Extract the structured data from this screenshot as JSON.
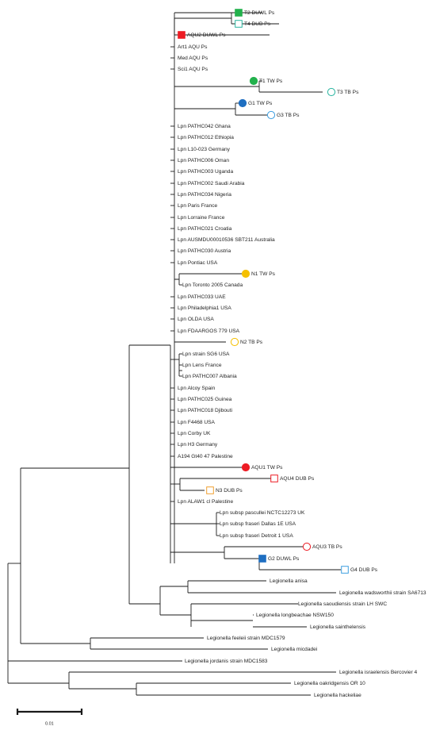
{
  "colors": {
    "green": "#22b14c",
    "teal": "#2bb5a0",
    "red": "#ed1c24",
    "blue": "#1f6fc1",
    "lightblue": "#3d9ee0",
    "yellow": "#f5c000",
    "orange": "#f0a030",
    "line": "#1a1a1a"
  },
  "scale_bar": {
    "label": "0.01"
  },
  "leaves": [
    {
      "label": "T2 DUWL Ps",
      "marker": {
        "shape": "square",
        "fill": "solid",
        "color": "green"
      }
    },
    {
      "label": "T4 DUB Ps",
      "marker": {
        "shape": "square",
        "fill": "open",
        "color": "teal"
      }
    },
    {
      "label": "AQU2 DUWL Ps",
      "marker": {
        "shape": "square",
        "fill": "solid",
        "color": "red"
      }
    },
    {
      "label": "Art1 AQU Ps"
    },
    {
      "label": "Med AQU Ps"
    },
    {
      "label": "Sci1 AQU Ps"
    },
    {
      "label": "T1 TW Ps",
      "marker": {
        "shape": "circle",
        "fill": "solid",
        "color": "green"
      }
    },
    {
      "label": "T3 TB Ps",
      "marker": {
        "shape": "circle",
        "fill": "open",
        "color": "teal"
      }
    },
    {
      "label": "G1 TW Ps",
      "marker": {
        "shape": "circle",
        "fill": "solid",
        "color": "blue"
      }
    },
    {
      "label": "G3 TB Ps",
      "marker": {
        "shape": "circle",
        "fill": "open",
        "color": "lightblue"
      }
    },
    {
      "label": "Lpn PATHC042 Ghana"
    },
    {
      "label": "Lpn PATHC012 Ethiopia"
    },
    {
      "label": "Lpn L10-023 Germany"
    },
    {
      "label": "Lpn PATHC006 Oman"
    },
    {
      "label": "Lpn PATHC003 Uganda"
    },
    {
      "label": "Lpn PATHC002 Saudi Arabia"
    },
    {
      "label": "Lpn PATHC034 Nigeria"
    },
    {
      "label": "Lpn Paris France"
    },
    {
      "label": "Lpn Lorraine France"
    },
    {
      "label": "Lpn PATHC021 Croatia"
    },
    {
      "label": "Lpn AUSMDU00010536 SBT211 Australia"
    },
    {
      "label": "Lpn PATHC030 Austria"
    },
    {
      "label": "Lpn Pontiac USA"
    },
    {
      "label": "N1 TW Ps",
      "marker": {
        "shape": "circle",
        "fill": "solid",
        "color": "yellow"
      }
    },
    {
      "label": "Lpn Toronto 2005 Canada"
    },
    {
      "label": "Lpn PATHC033 UAE"
    },
    {
      "label": "Lpn Philadelphia1 USA"
    },
    {
      "label": "Lpn OLDA USA"
    },
    {
      "label": "Lpn FDAARGOS 779 USA"
    },
    {
      "label": "N2 TB Ps",
      "marker": {
        "shape": "circle",
        "fill": "open",
        "color": "yellow"
      }
    },
    {
      "label": "Lpn strain SG6 USA"
    },
    {
      "label": "Lpn Lens France"
    },
    {
      "label": "Lpn PATHC007 Albania"
    },
    {
      "label": "Lpn Alcoy Spain"
    },
    {
      "label": "Lpn PATHC025 Guinea"
    },
    {
      "label": "Lpn PATHC018 Djibouti"
    },
    {
      "label": "Lpn F4468 USA"
    },
    {
      "label": "Lpn Corby UK"
    },
    {
      "label": "Lpn H3 Germany"
    },
    {
      "label": "A194 Gt40 47 Palestine"
    },
    {
      "label": "AQU1 TW Ps",
      "marker": {
        "shape": "circle",
        "fill": "solid",
        "color": "red"
      }
    },
    {
      "label": "AQU4 DUB Ps",
      "marker": {
        "shape": "square",
        "fill": "open",
        "color": "red"
      }
    },
    {
      "label": "N3 DUB Ps",
      "marker": {
        "shape": "square",
        "fill": "open",
        "color": "orange"
      }
    },
    {
      "label": "Lpn ALAW1 cl Palestine"
    },
    {
      "label": "Lpn subsp pascullei NCTC12273 UK"
    },
    {
      "label": "Lpn subsp fraseri Dallas 1E USA"
    },
    {
      "label": "Lpn subsp fraseri Detroit 1 USA"
    },
    {
      "label": "AQU3 TB Ps",
      "marker": {
        "shape": "circle",
        "fill": "open",
        "color": "red"
      }
    },
    {
      "label": "G2 DUWL Ps",
      "marker": {
        "shape": "square",
        "fill": "solid",
        "color": "blue"
      }
    },
    {
      "label": "G4 DUB Ps",
      "marker": {
        "shape": "square",
        "fill": "open",
        "color": "lightblue"
      }
    },
    {
      "label": "Legionella anisa"
    },
    {
      "label": "Legionella wadsworthii strain SA6713"
    },
    {
      "label": "Legionella saoudiensis strain LH SWC"
    },
    {
      "label": "Legionella longbeachae NSW150"
    },
    {
      "label": "Legionella sainthelensis"
    },
    {
      "label": "Legionella feeleii strain MDC1579"
    },
    {
      "label": "Legionella micdadei"
    },
    {
      "label": "Legionella jordanis strain MDC1583"
    },
    {
      "label": "Legionella israelensis Bercovier 4"
    },
    {
      "label": "Legionella oakridgensis OR 10"
    },
    {
      "label": "Legionella hackeliae"
    }
  ]
}
